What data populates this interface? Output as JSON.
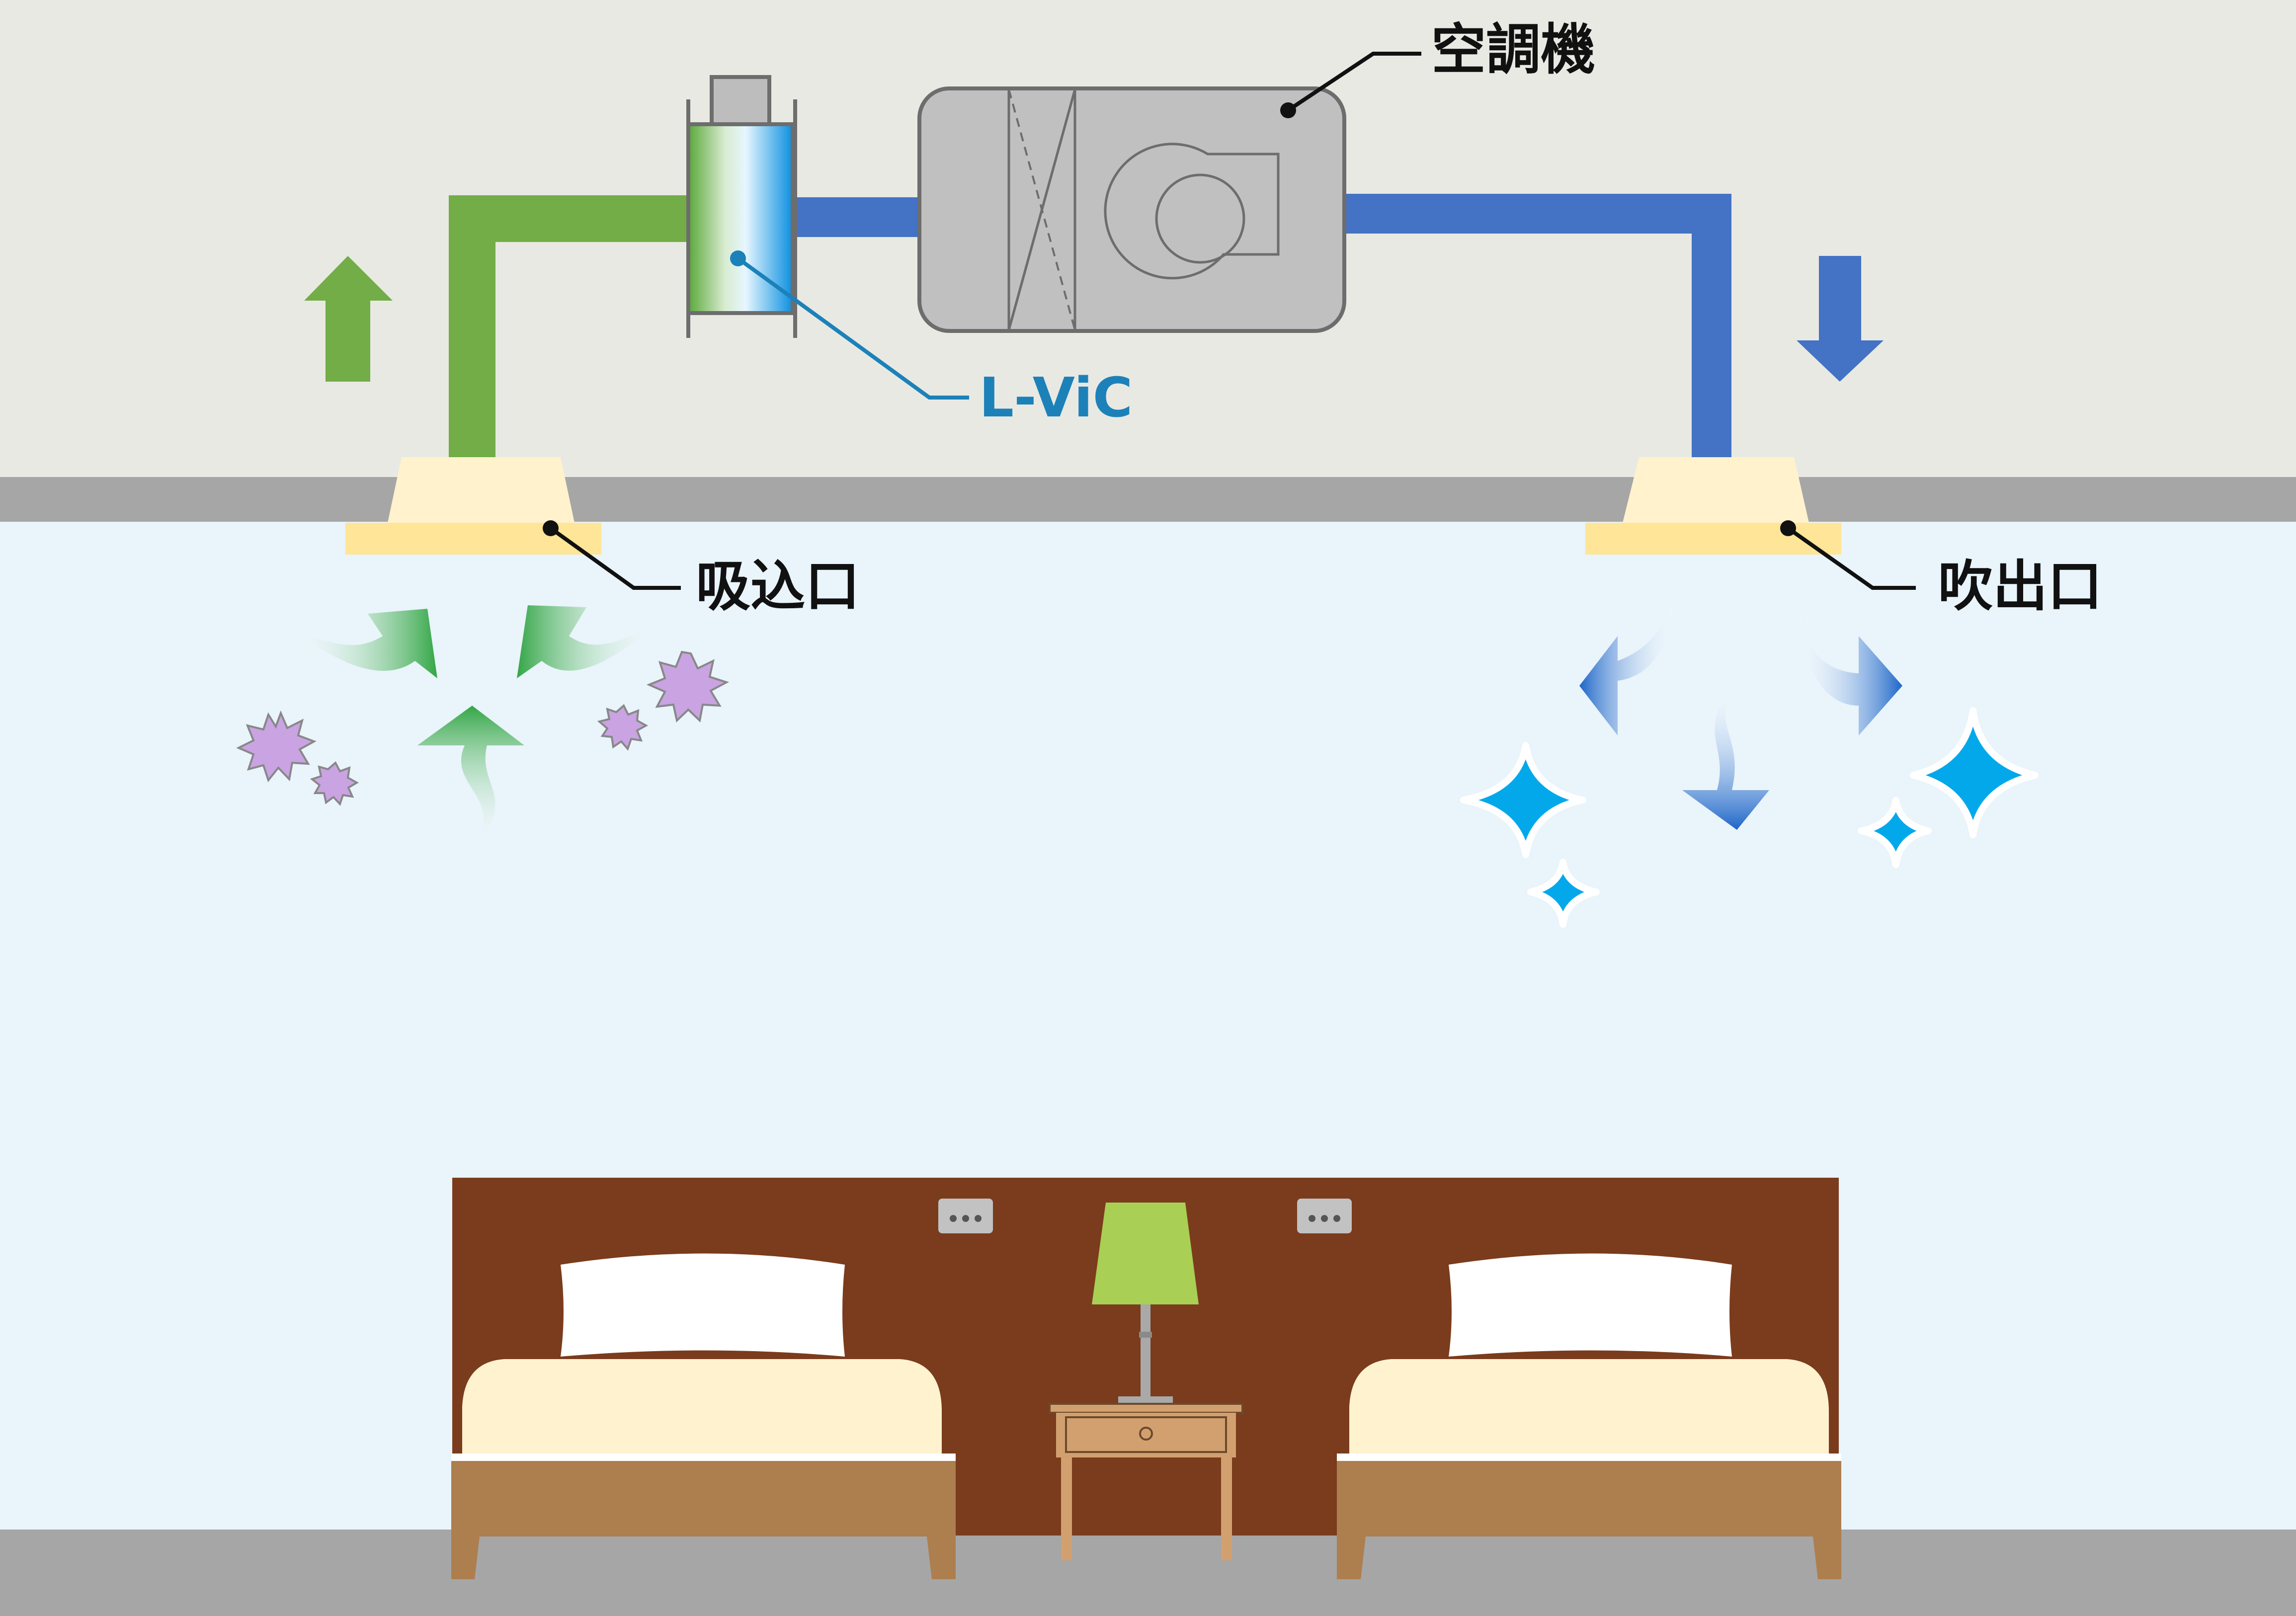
{
  "labels": {
    "air_handler": "空調機",
    "lvic": "L-ViC",
    "intake": "吸込口",
    "outlet": "吹出口"
  },
  "colors": {
    "ceiling_space": "#e8e9e3",
    "room": "#e9f4fb",
    "slab": "#a6a6a6",
    "return_duct": "#72ad47",
    "supply_duct": "#4472c4",
    "unit_body": "#c0c0c0",
    "unit_stroke": "#6d6d6d",
    "lvic_label": "#1c81b9",
    "grille_top": "#fff2cc",
    "grille_bottom": "#ffe597",
    "virus": "#c9a3e2",
    "sparkle": "#03a8eb",
    "headboard": "#7a3c1c",
    "bed_frame": "#ad7e4e",
    "bed_mattress": "#fff2cf",
    "lamp_shade": "#a9cf54",
    "nightstand": "#d2a06f"
  },
  "icons": {
    "intake_flow": "air-intake-arrow-icon",
    "outlet_flow": "air-outlet-arrow-icon",
    "contaminant": "virus-icon",
    "clean_air": "sparkle-icon"
  }
}
